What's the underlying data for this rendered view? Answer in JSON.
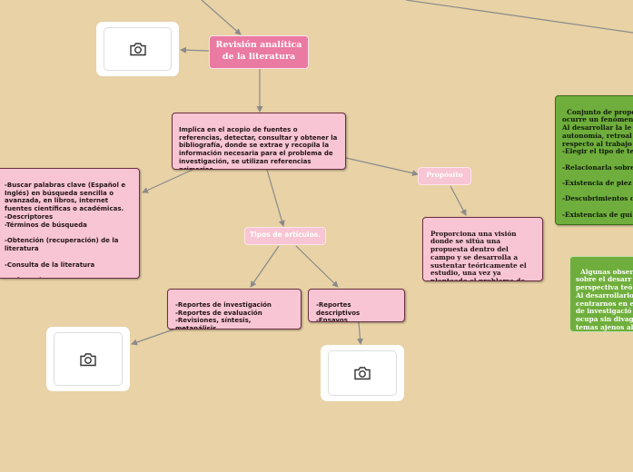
{
  "colors": {
    "background": "#e8d2a6",
    "central_topic": "#ea7aa2",
    "pink_node": "#f7c5d3",
    "green_node": "#6fae3c",
    "connector": "#8a8a8a"
  },
  "icons": {
    "image_placeholder": "camera-icon"
  },
  "nodes": {
    "main_topic": "Revisión analítica de la literatura",
    "definition": "Implica en el acopio de fuentes o referencias, detectar, consultar y obtener la bibliografía, donde se extrae y recopila la información necesaria para el problema de investigación, se utilizan referencias primarias.",
    "search_steps": "-Buscar palabras clave (Español e Inglés) en búsqueda sencilla o avanzada, en libros, internet fuentes científicas o académicas.\n-Descriptores\n-Términos de búsqueda\n\n-Obtención (recuperación) de la literatura\n\n-Consulta de la literatura\n\n-Referencias",
    "purpose_label": "Propósito",
    "purpose_text": "Proporciona una visión donde se sitúa una propuesta dentro del campo y se desarrolla a sustentar teóricamente el estudio, una vez ya planteado el problema de investigación.",
    "article_types_label": "Tipos de artículos.",
    "articles_left": "-Reportes de investigación\n-Reportes de evaluación\n-Revisiones, síntesis, metanálisis\n-Artículos conceptuales",
    "articles_right": "-Reportes descriptivos\n-Ensayos\n-Libros o artículos",
    "green_main": "Conjunto de propo\nocurre un fenómen\nAl desarrollar la le\nautonomía, retroal\nrespecto al trabajo\n-Elegir el tipo de te\n\n-Relacionarla sobre\n\n-Existencia de piez\n\n-Descubrimientos c\n\n-Existencias de guí",
    "green_obs": "Algunas observ\nsobre el desarr\nperspectiva teó\nAl desarrollarlo\ncentrarnos en e\nde investigació\nocupa sin divag\ntemas ajenos al"
  }
}
